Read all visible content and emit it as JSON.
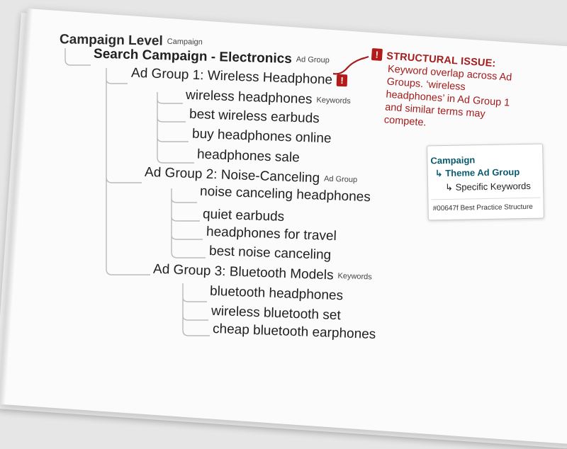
{
  "tree": {
    "campaign_level": {
      "label": "Campaign Level",
      "tag": "Campaign"
    },
    "search_campaign": {
      "label": "Search Campaign - Electronics",
      "tag": "Ad Group"
    },
    "ad_groups": [
      {
        "label": "Ad Group 1: Wireless Headphone",
        "tag": "",
        "warning": "!",
        "keywords": [
          "wireless headphones",
          "best wireless earbuds",
          "buy headphones online",
          "headphones sale"
        ],
        "first_keyword_tag": "Keywords"
      },
      {
        "label": "Ad Group 2: Noise-Canceling",
        "tag": "Ad Group",
        "keywords": [
          "noise canceling headphones",
          "quiet earbuds",
          "headphones for travel",
          "best noise canceling"
        ]
      },
      {
        "label": "Ad Group 3: Bluetooth Models",
        "tag": "Keywords",
        "keywords": [
          "bluetooth headphones",
          "wireless bluetooth set",
          "cheap bluetooth earphones"
        ]
      }
    ]
  },
  "issue": {
    "icon": "!",
    "title": "STRUCTURAL ISSUE:",
    "body": "Keyword overlap across Ad Groups. ‘wireless headphones’ in Ad Group 1 and similar terms may compete.",
    "color": "#a51c1c"
  },
  "legend": {
    "campaign": "Campaign",
    "theme": "↳ Theme Ad Group",
    "specific": "↳ Specific Keywords",
    "footer": "#00647f Best Practice Structure",
    "accent": "#0a5a6e"
  }
}
